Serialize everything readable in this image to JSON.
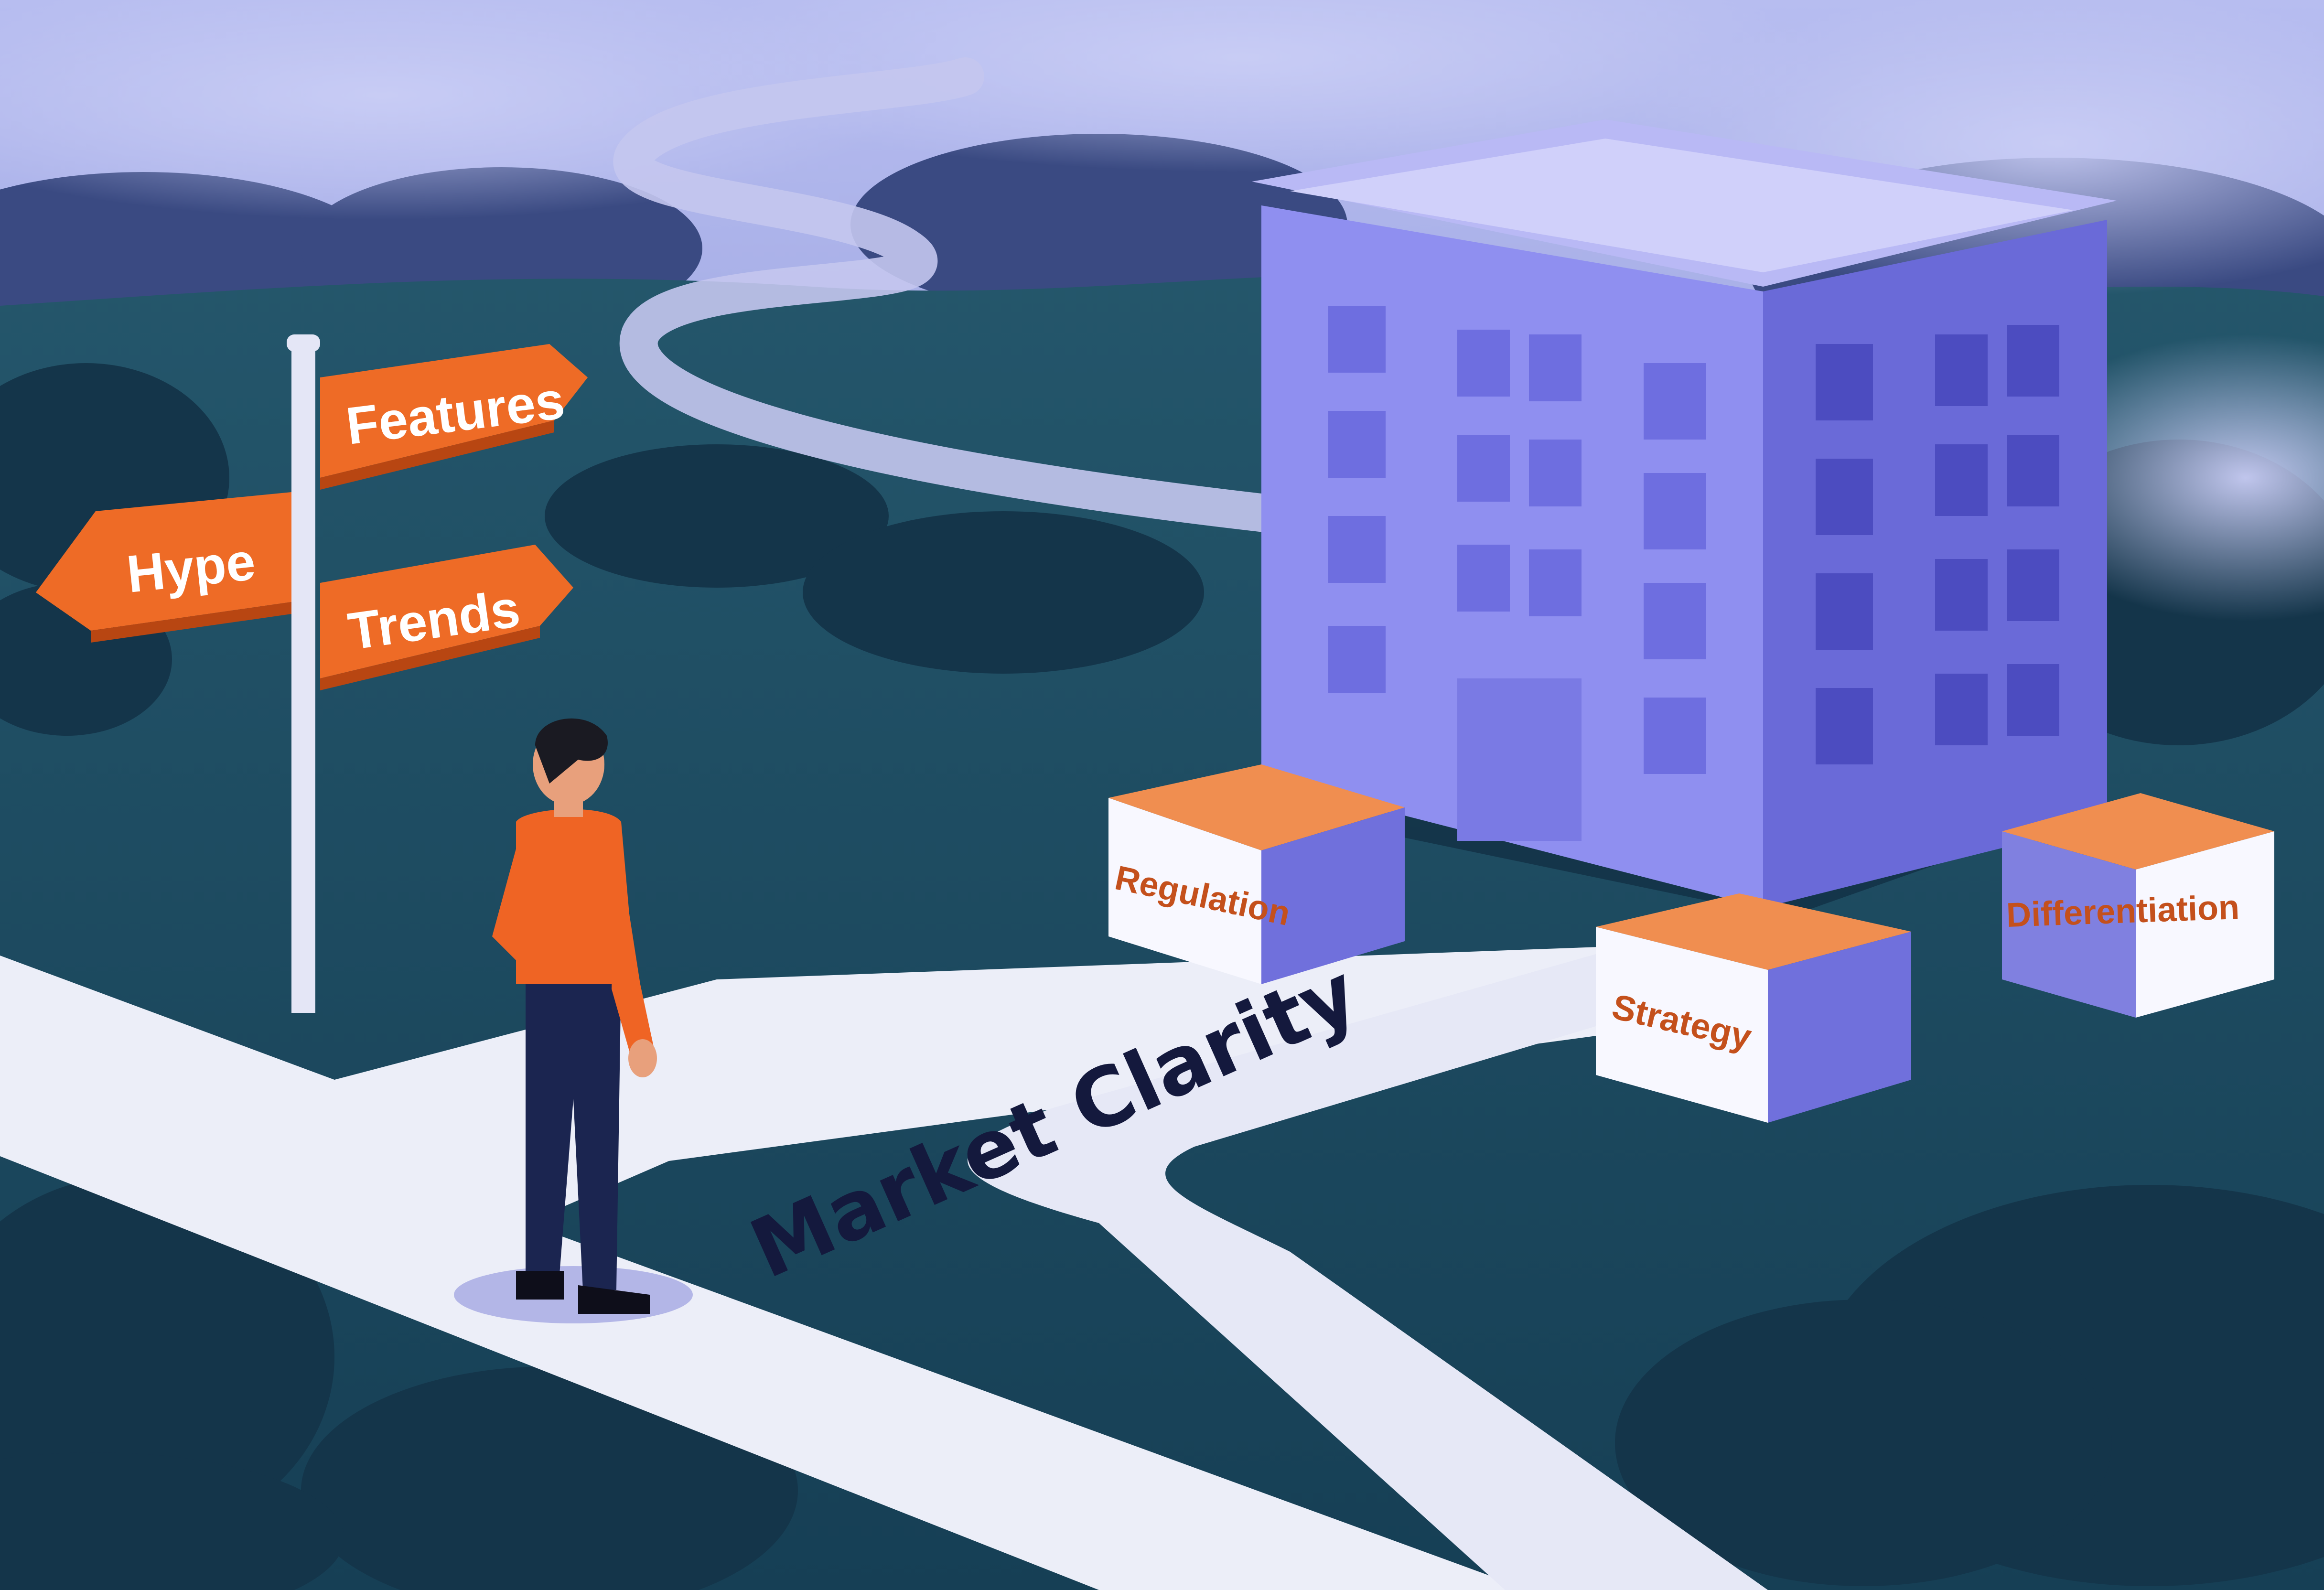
{
  "signpost": {
    "features": "Features",
    "hype": "Hype",
    "trends": "Trends"
  },
  "foundation_blocks": {
    "regulation": "Regulation",
    "strategy": "Strategy",
    "differentiation": "Differentiation"
  },
  "road_label": "Market Clarity",
  "colors": {
    "sky_fog": "#a9b0ea",
    "ground": "#1f5a6c",
    "road": "#eceef8",
    "building": "#8c8cec",
    "accent_orange": "#ee6b26",
    "text_navy": "#14193d"
  }
}
